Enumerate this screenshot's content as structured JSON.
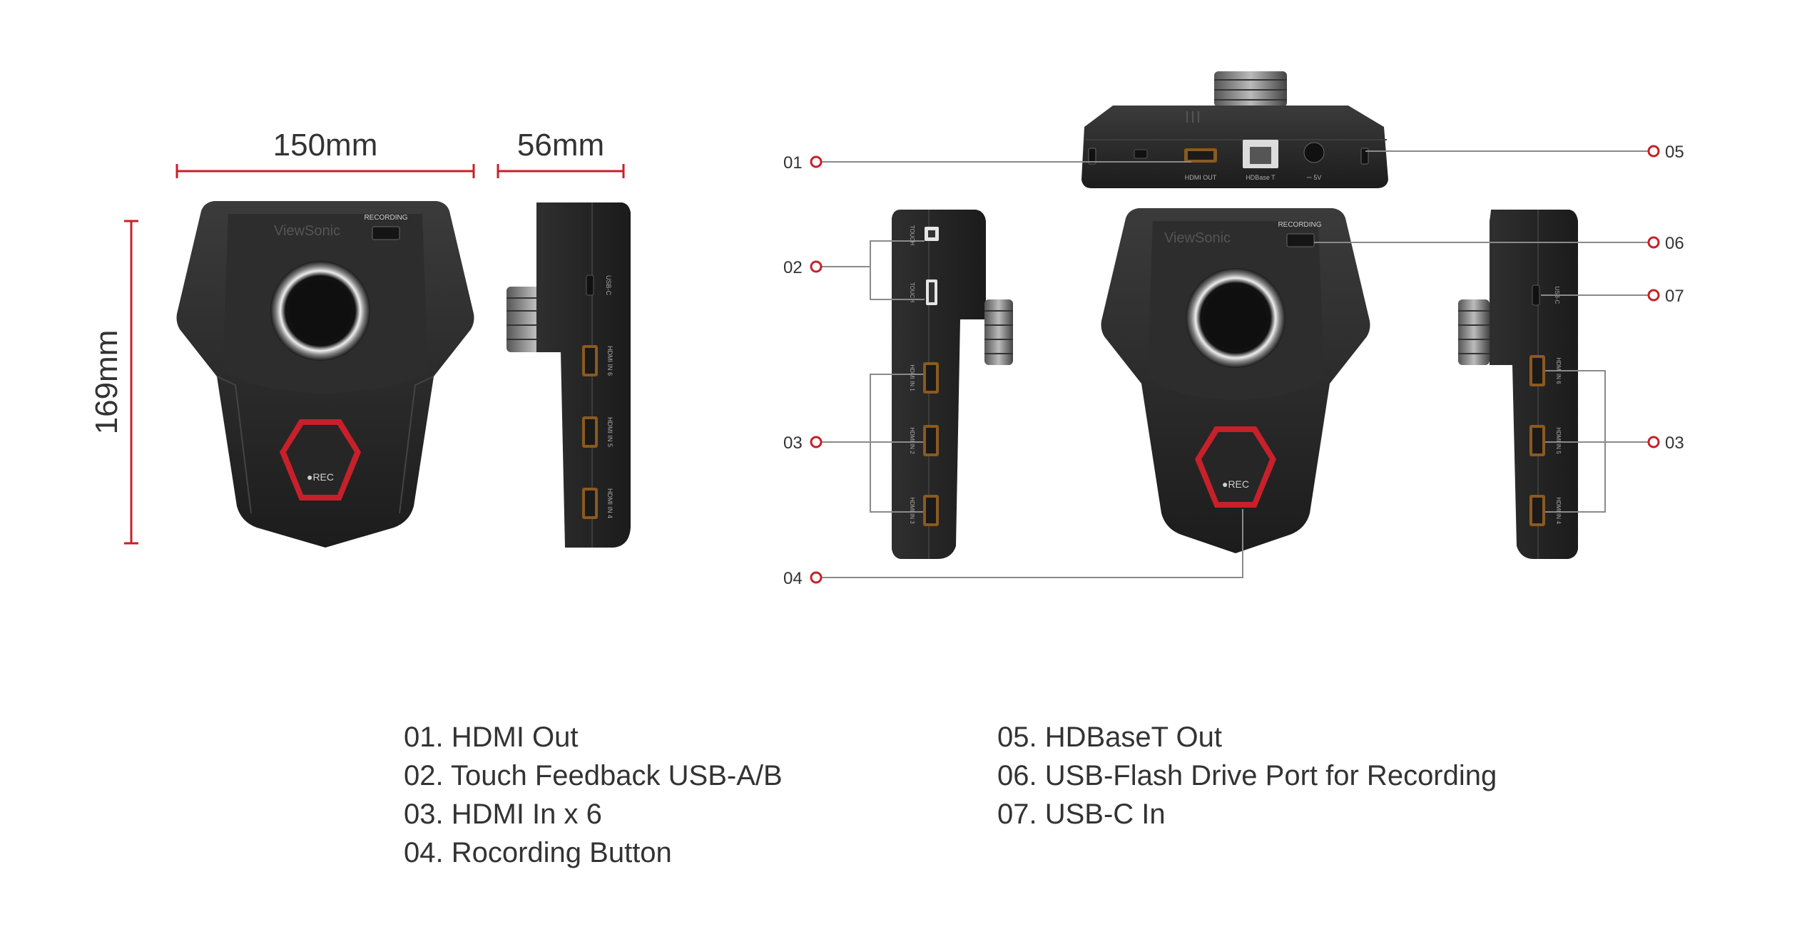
{
  "dimensions": {
    "width": "150mm",
    "depth": "56mm",
    "height": "169mm"
  },
  "device": {
    "brand": "ViewSonic",
    "recording_label": "RECORDING",
    "rec_button_label": "●REC",
    "rec_button_label_right": "●REC",
    "ports": {
      "hdmi_out": "HDMI OUT",
      "hdbaset": "HDBase T",
      "dc_in": "⎓ 5V",
      "usb_c": "USB-C",
      "hdmi_in_6": "HDMI IN 6",
      "hdmi_in_5": "HDMI IN 5",
      "hdmi_in_4": "HDMI IN 4",
      "hdmi_in_1": "HDMI IN 1",
      "hdmi_in_2": "HDMI IN 2",
      "hdmi_in_3": "HDMI IN 3",
      "touch_b": "TOUCH",
      "touch_a": "TOUCH"
    }
  },
  "callouts": [
    "01",
    "02",
    "03",
    "04",
    "05",
    "06",
    "07",
    "03"
  ],
  "legend": {
    "left": [
      "01. HDMI Out",
      "02. Touch Feedback USB-A/B",
      "03. HDMI In x 6",
      "04. Rocording Button"
    ],
    "right": [
      "05. HDBaseT Out",
      "06. USB-Flash Drive Port for Recording",
      "07. USB-C In"
    ]
  },
  "colors": {
    "accent_red": "#c8202a",
    "body_dark": "#262626",
    "body_mid": "#3a3a3a",
    "line_gray": "#8a8a8a"
  }
}
